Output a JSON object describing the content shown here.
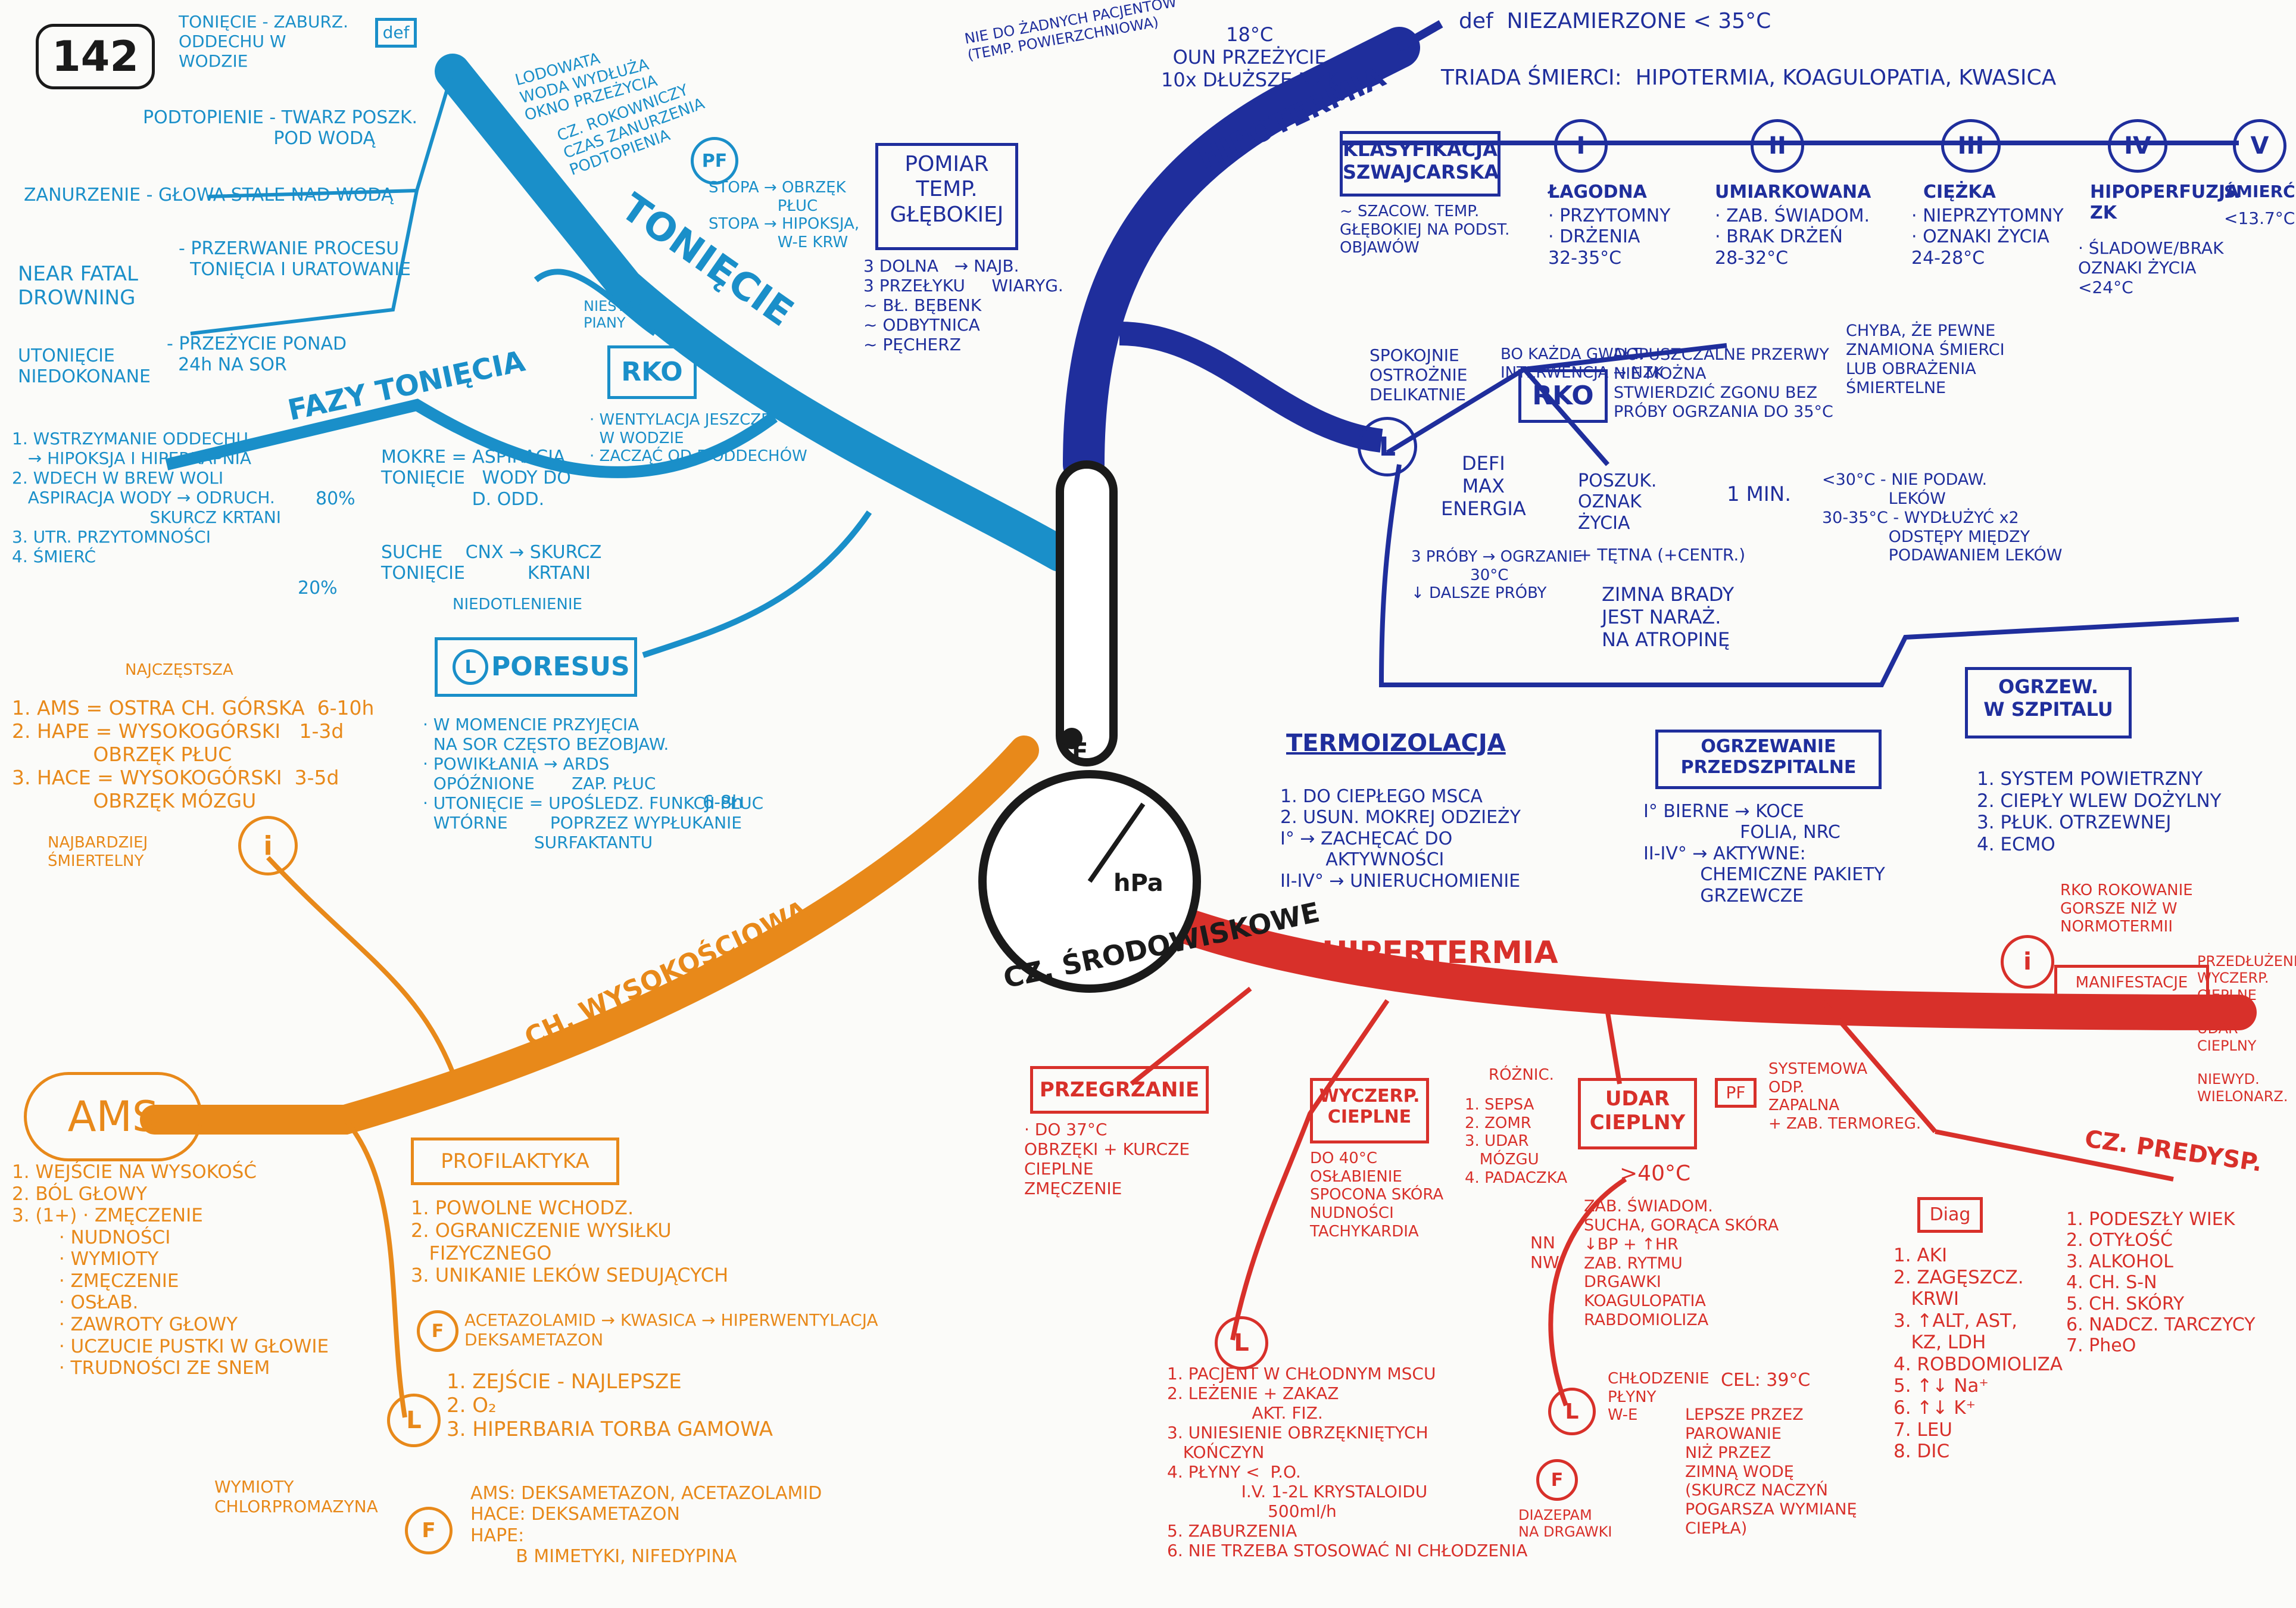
{
  "page_number": "142",
  "center": {
    "title": "CZ. ŚRODOWISKOWE",
    "unit_f": "°F",
    "unit_hpa": "hPa"
  },
  "hipotermia": {
    "label": "HIPOTERMIA",
    "def": "def  NIEZAMIERZONE < 35°C",
    "triada": "TRIADA ŚMIERCI:  HIPOTERMIA, KOAGULOPATIA, KWASICA",
    "pomiar_note": "NIE DO ŻADNYCH PACJENTÓW\n(TEMP. POWIERZCHNIOWA)",
    "temp18": "18°C\nOUN PRZEŻYCIE\n10x DŁUŻSZE NZK",
    "pomiar": "POMIAR\nTEMP.\nGŁĘBOKIEJ",
    "pomiar_list": "3 DOLNA   → NAJB.\n3 PRZEŁYKU     WIARYG.\n~ BŁ. BĘBENK\n~ ODBYTNICA\n~ PĘCHERZ",
    "klasyfikacja": "KLASYFIKACJA\nSZWAJCARSKA",
    "klasyfikacja_note": "~ SZACOW. TEMP.\nGŁĘBOKIEJ NA PODST.\nOBJAWÓW",
    "stages": [
      {
        "roman": "I",
        "name": "ŁAGODNA",
        "desc": "· PRZYTOMNY\n· DRŻENIA\n32-35°C"
      },
      {
        "roman": "II",
        "name": "UMIARKOWANA",
        "desc": "· ZAB. ŚWIADOM.\n· BRAK DRŻEŃ\n28-32°C"
      },
      {
        "roman": "III",
        "name": "CIĘŻKA",
        "desc": "· NIEPRZYTOMNY\n· OZNAKI ŻYCIA\n24-28°C"
      },
      {
        "roman": "IV",
        "name": "HIPOPERFUZJA\nZK",
        "desc": "· ŚLADOWE/BRAK\nOZNAKI ŻYCIA\n<24°C"
      },
      {
        "roman": "V",
        "name": "ŚMIERĆ",
        "desc": "<13.7°C"
      }
    ],
    "spokojnie": "SPOKOJNIE\nOSTROŻNIE\nDELIKATNIE",
    "spokojnie_note": "BO KAŻDA GWAŁT.\nINTERWENCJA → NZK",
    "rko": "RKO",
    "rko_note": "DOPUSZCZALNE PRZERWY\nNIE MOŻNA\nSTWIERDZIĆ ZGONU BEZ\nPRÓBY OGRZANIA DO 35°C",
    "chyba": "CHYBA, ŻE PEWNE\nZNAMIONA ŚMIERCI\nLUB OBRAŻENIA\nŚMIERTELNE",
    "defi": "DEFI\nMAX\nENERGIA",
    "defi_note": "3 PRÓBY → OGRZANIE\n            30°C\n↓ DALSZE PRÓBY",
    "poszuk": "POSZUK.\nOZNAK\nŻYCIA",
    "min": "1 MIN.",
    "tetna": "+ TĘTNA (+CENTR.)",
    "zimna": "ZIMNA BRADY\nJEST NARAŻ.\nNA ATROPINĘ",
    "leki": "<30°C - NIE PODAW.\n             LEKÓW\n30-35°C - WYDŁUŻYĆ x2\n             ODSTĘPY MIĘDZY\n             PODAWANIEM LEKÓW",
    "termoizolacja": "TERMOIZOLACJA",
    "termoizolacja_list": "1. DO CIEPŁEGO MSCA\n2. USUN. MOKREJ ODZIEŻY\nI° → ZACHĘCAĆ DO\n        AKTYWNOŚCI\nII-IV° → UNIERUCHOMIENIE",
    "ogrzewanie": "OGRZEWANIE\nPRZEDSZPITALNE",
    "ogrzewanie_list": "I° BIERNE → KOCE\n                 FOLIA, NRC\nII-IV° → AKTYWNE:\n          CHEMICZNE PAKIETY\n          GRZEWCZE",
    "szpital": "OGRZEW.\nW SZPITALU",
    "szpital_list": "1. SYSTEM POWIETRZNY\n2. CIEPŁY WLEW DOŻYLNY\n3. PŁUK. OTRZEWNEJ\n4. ECMO"
  },
  "tonięcie": {
    "label": "TONIĘCIE",
    "def": "TONIĘCIE - ZABURZ.\nODDECHU W\nWODZIE",
    "def_tag": "def",
    "lodowata": "LODOWATA\nWODA WYDŁUŻA\nOKNO PRZEŻYCIA",
    "czas": "CZ. ROKOWNICZY\nCZAS ZANURZENIA\nPODTOPIENIA",
    "podtopienie": "PODTOPIENIE - TWARZ POSZK.\n                       POD WODĄ",
    "zanurzenie": "ZANURZENIE - GŁOWA STALE NAD WODĄ",
    "near_fatal": "NEAR FATAL\nDROWNING",
    "near_fatal_desc": "- PRZERWANIE PROCESU\n  TONIĘCIA I URATOWANIE",
    "utoniecie": "UTONIĘCIE\nNIEDOKONANE",
    "utoniecie_desc": "- PRZEŻYCIE PONAD\n  24h NA SOR",
    "pf": "PF",
    "pf_desc": "STOPA → OBRZĘK\n              PŁUC\nSTOPA → HIPOKSJA,\n              W-E KRW",
    "rko": "RKO",
    "rko_note": "NIESTAB.\nPIANY",
    "rko_list": "· WENTYLACJA JESZCZE\n  W WODZIE\n· ZACZĄĆ OD 5 ODDECHÓW",
    "mokre": "MOKRE = ASPIRACJA\nTONIĘCIE   WODY DO\n                D. ODD.",
    "pct80": "80%",
    "suche": "SUCHE    CNX → SKURCZ\nTONIĘCIE           KRTANI",
    "pct20": "20%",
    "niedotlenienie": "NIEDOTLENIENIE",
    "poresus": "PORESUS",
    "poresus_list": "· W MOMENCIE PRZYJĘCIA\n  NA SOR CZĘSTO BEZOBJAW.\n· POWIKŁANIA → ARDS\n  OPÓŹNIONE       ZAP. PŁUC\n· UTONIĘCIE = UPOŚLEDZ. FUNKCJI PŁUC\n  WTÓRNE        POPRZEZ WYPŁUKANIE\n                     SURFAKTANTU",
    "hrs": "6-8h"
  },
  "fazy": {
    "label": "FAZY TONIĘCIA",
    "list": "1. WSTRZYMANIE ODDECHU\n   → HIPOKSJA I HIPERKAPNIA\n2. WDECH W BREW WOLI\n   ASPIRACJA WODY → ODRUCH.\n                          SKURCZ KRTANI\n3. UTR. PRZYTOMNOŚCI\n4. ŚMIERĆ"
  },
  "wysokosciowa": {
    "label": "CH. WYSOKOŚCIOWA",
    "najczestsza": "NAJCZĘSTSZA",
    "ams_list": "1. AMS = OSTRA CH. GÓRSKA  6-10h\n2. HAPE = WYSOKOGÓRSKI   1-3d\n             OBRZĘK PŁUC\n3. HACE = WYSOKOGÓRSKI  3-5d\n             OBRZĘK MÓZGU",
    "najbardziej": "NAJBARDZIEJ\nŚMIERTELNY",
    "ams": "AMS",
    "ams_symptoms": "1. WEJŚCIE NA WYSOKOŚĆ\n2. BÓL GŁOWY\n3. (1+) · ZMĘCZENIE\n        · NUDNOŚCI\n        · WYMIOTY\n        · ZMĘCZENIE\n        · OSŁAB.\n        · ZAWROTY GŁOWY\n        · UCZUCIE PUSTKI W GŁOWIE\n        · TRUDNOŚCI ZE SNEM",
    "profilaktyka": "PROFILAKTYKA",
    "profilaktyka_list": "1. POWOLNE WCHODZ.\n2. OGRANICZENIE WYSIŁKU\n   FIZYCZNEGO\n3. UNIKANIE LEKÓW SEDUJĄCYCH",
    "acetazolamid": "ACETAZOLAMID → KWASICA → HIPERWENTYLACJA\nDEKSAMETAZON",
    "leczenie": "1. ZEJŚCIE - NAJLEPSZE\n2. O₂\n3. HIPERBARIA TORBA GAMOWA",
    "wymioty": "WYMIOTY\nCHLORPROMAZYNA",
    "farm": "AMS: DEKSAMETAZON, ACETAZOLAMID\nHACE: DEKSAMETAZON\nHAPE:\n        B MIMETYKI, NIFEDYPINA"
  },
  "hipertermia": {
    "label": "HIPERTERMIA",
    "przegrzanie": "PRZEGRZANIE",
    "przegrzanie_desc": "· DO 37°C\nOBRZĘKI + KURCZE\nCIEPLNE\nZMĘCZENIE",
    "wyczerp": "WYCZERP.\nCIEPLNE",
    "wyczerp_desc": "DO 40°C\nOSŁABIENIE\nSPOCONA SKÓRA\nNUDNOŚCI\nTACHYKARDIA",
    "udar": "UDAR\nCIEPLNY",
    "udar_temp": ">40°C",
    "udar_desc": "ZAB. ŚWIADOM.\nSUCHA, GORĄCA SKÓRA\n↓BP + ↑HR\nZAB. RYTMU\nDRGAWKI\nKOAGULOPATIA\nRABDOMIOLIZA",
    "roznic": "RÓŻNIC.",
    "roznic_list": "1. SEPSA\n2. ZOMR\n3. UDAR\n   MÓZGU\n4. PADACZKA",
    "pf": "PF",
    "pf_desc": "SYSTEMOWA\nODP.\nZAPALNA\n+ ZAB. TERMOREG.",
    "nnnw": "NN\nNW",
    "leczenie_left": "1. PACJENT W CHŁODNYM MSCU\n2. LEŻENIE + ZAKAZ\n                AKT. FIZ.\n3. UNIESIENIE OBRZĘKNIĘTYCH\n   KOŃCZYN\n4. PŁYNY <  P.O.\n              I.V. 1-2L KRYSTALOIDU\n                   500ml/h\n5. ZABURZENIA\n6. NIE TRZEBA STOSOWAĆ NI CHŁODZENIA",
    "chlodzenie": "CHŁODZENIE\nPŁYNY\nW-E",
    "cel": "CEL: 39°C",
    "lepsze": "LEPSZE PRZEZ\nPAROWANIE\nNIŻ PRZEZ\nZIMNĄ WODĘ\n(SKURCZ NACZYŃ\nPOGARSZA WYMIANĘ\nCIEPŁA)",
    "diazepam": "DIAZEPAM\nNA DRGAWKI",
    "manifestacje": "MANIFESTACJE",
    "info": "RKO ROKOWANIE\nGORSZE NIŻ W\nNORMOTERMII",
    "manif_list": "PRZEDŁUŻENIE\nWYCZERP.\nCIEPLNE\n\nUDAR\nCIEPLNY\n\nNIEWYD.\nWIELONARZ.",
    "predysp": "CZ. PREDYSP.",
    "predysp_list": "1. PODESZŁY WIEK\n2. OTYŁOŚĆ\n3. ALKOHOL\n4. CH. S-N\n5. CH. SKÓRY\n6. NADCZ. TARCZYCY\n7. PheO",
    "diag": "Diag",
    "diag_list": "1. AKI\n2. ZAGĘSZCZ.\n   KRWI\n3. ↑ALT, AST,\n   KZ, LDH\n4. ROBDOMIOLIZA\n5. ↑↓ Na⁺\n6. ↑↓ K⁺\n7. LEU\n8. DIC"
  },
  "icons": {
    "info": "i",
    "treatment": "L",
    "farm": "F",
    "pf": "PF"
  },
  "colors": {
    "blue": "#1f2e9c",
    "cyan": "#1a8fc9",
    "orange": "#e8891a",
    "red": "#d8302a"
  }
}
